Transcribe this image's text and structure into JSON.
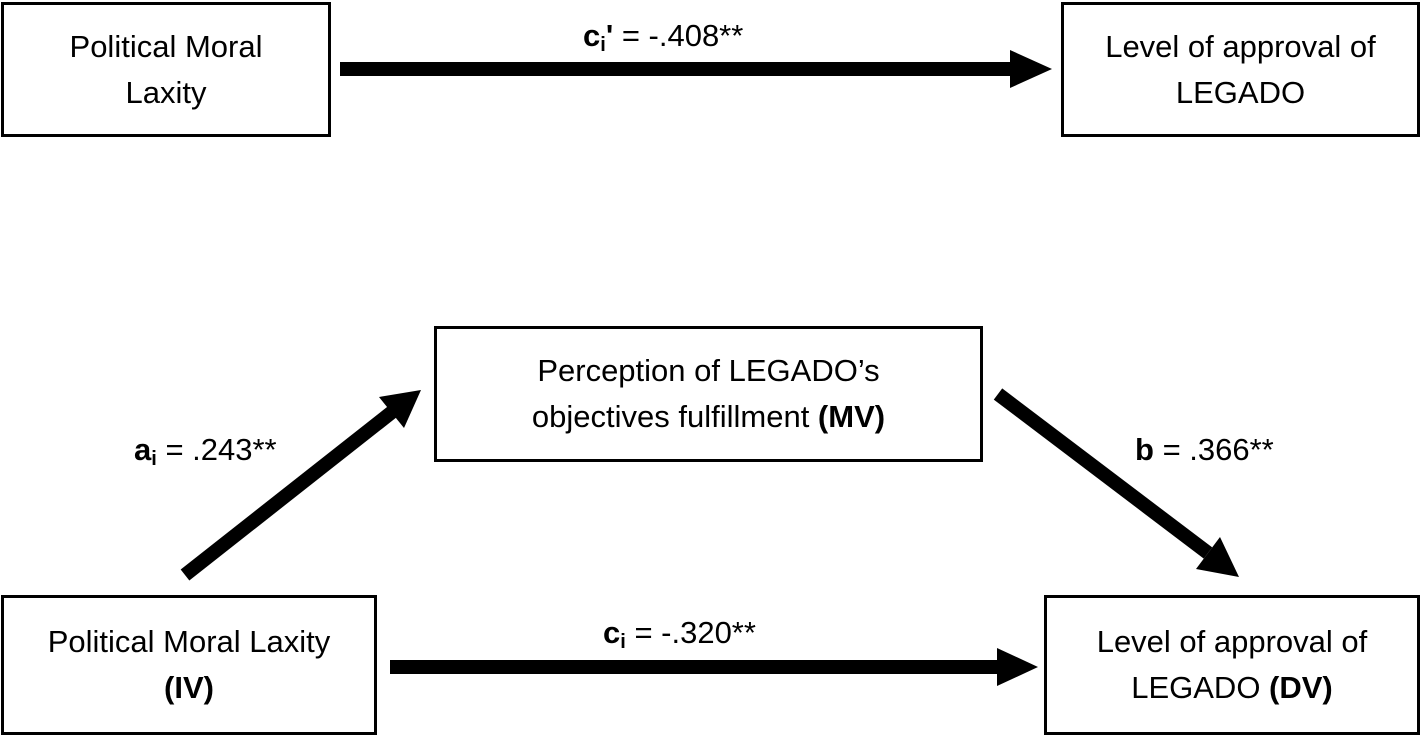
{
  "colors": {
    "stroke": "#000000",
    "background": "#ffffff"
  },
  "top_model": {
    "iv_box": {
      "line1": "Political Moral",
      "line2": "Laxity"
    },
    "dv_box": {
      "line1": "Level of approval of",
      "line2": "LEGADO"
    },
    "path_c_prime": {
      "symbol": "c",
      "subscript": "i",
      "prime": "'",
      "value": "= -.408**"
    }
  },
  "bottom_model": {
    "mv_box": {
      "line1": "Perception of LEGADO’s",
      "line2_text": "objectives fulfillment ",
      "line2_tag": "(MV)"
    },
    "iv_box": {
      "line1": "Political Moral Laxity",
      "line2_tag": "(IV)"
    },
    "dv_box": {
      "line1": "Level of approval of",
      "line2_text": "LEGADO ",
      "line2_tag": "(DV)"
    },
    "path_a": {
      "symbol": "a",
      "subscript": "i",
      "value": "= .243**"
    },
    "path_b": {
      "symbol": "b",
      "value": "= .366**"
    },
    "path_c": {
      "symbol": "c",
      "subscript": "i",
      "value": "= -.320**"
    }
  }
}
